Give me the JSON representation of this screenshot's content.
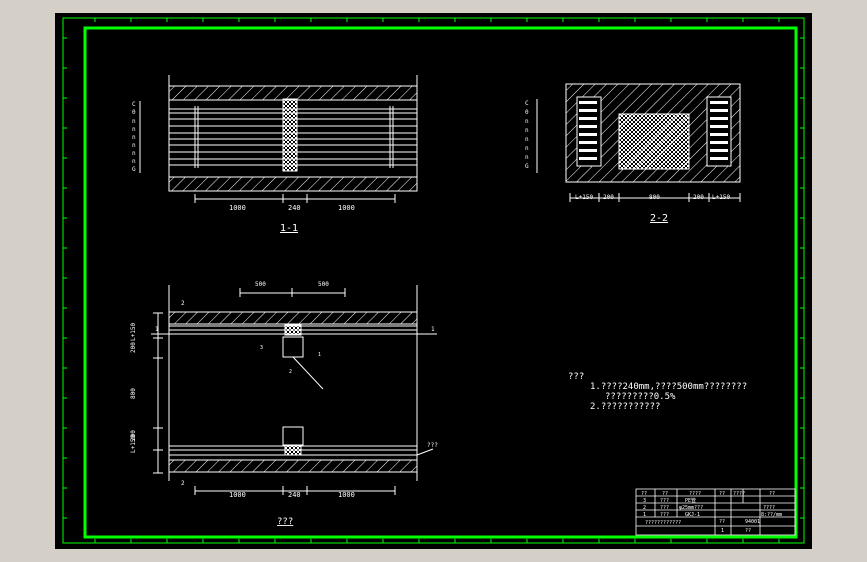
{
  "colors": {
    "frame": "#00ff00",
    "lines": "#ffffff",
    "background": "#000000",
    "outer": "#d4d0c8"
  },
  "view_1_1": {
    "title": "1-1",
    "dims": [
      "1000",
      "240",
      "1000"
    ]
  },
  "view_2_2": {
    "title": "2-2",
    "dims": [
      "L+150",
      "200",
      "800",
      "200",
      "L+150"
    ]
  },
  "plan_view": {
    "title": "???",
    "top_dims": [
      "500",
      "500"
    ],
    "bottom_dims": [
      "1000",
      "240",
      "1000"
    ],
    "section_mark_1": "1",
    "section_mark_2": "2",
    "left_dims": [
      "200",
      "L+150",
      "800",
      "L+150",
      "200"
    ],
    "callout_1": "1",
    "callout_2": "2",
    "callout_3": "3",
    "side_note": "???"
  },
  "notes": {
    "heading": "???",
    "line1": "1.????240mm,????500mm????????",
    "line2": "?????????0.5%",
    "line3": "2.???????????"
  },
  "title_block": {
    "header": [
      "??",
      "??",
      "????",
      "??",
      "????",
      "??"
    ],
    "row1": [
      "3",
      "???",
      "PE管"
    ],
    "row2": [
      "2",
      "???",
      "φ25mm???"
    ],
    "row3": [
      "1",
      "???",
      "GKJ-1"
    ],
    "right_cells": [
      "????",
      "8:??/mm"
    ],
    "footer_name": "????????????",
    "footer_ratio": "??",
    "footer_code": "94001",
    "footer_sheet": "1",
    "footer_label": "??"
  }
}
